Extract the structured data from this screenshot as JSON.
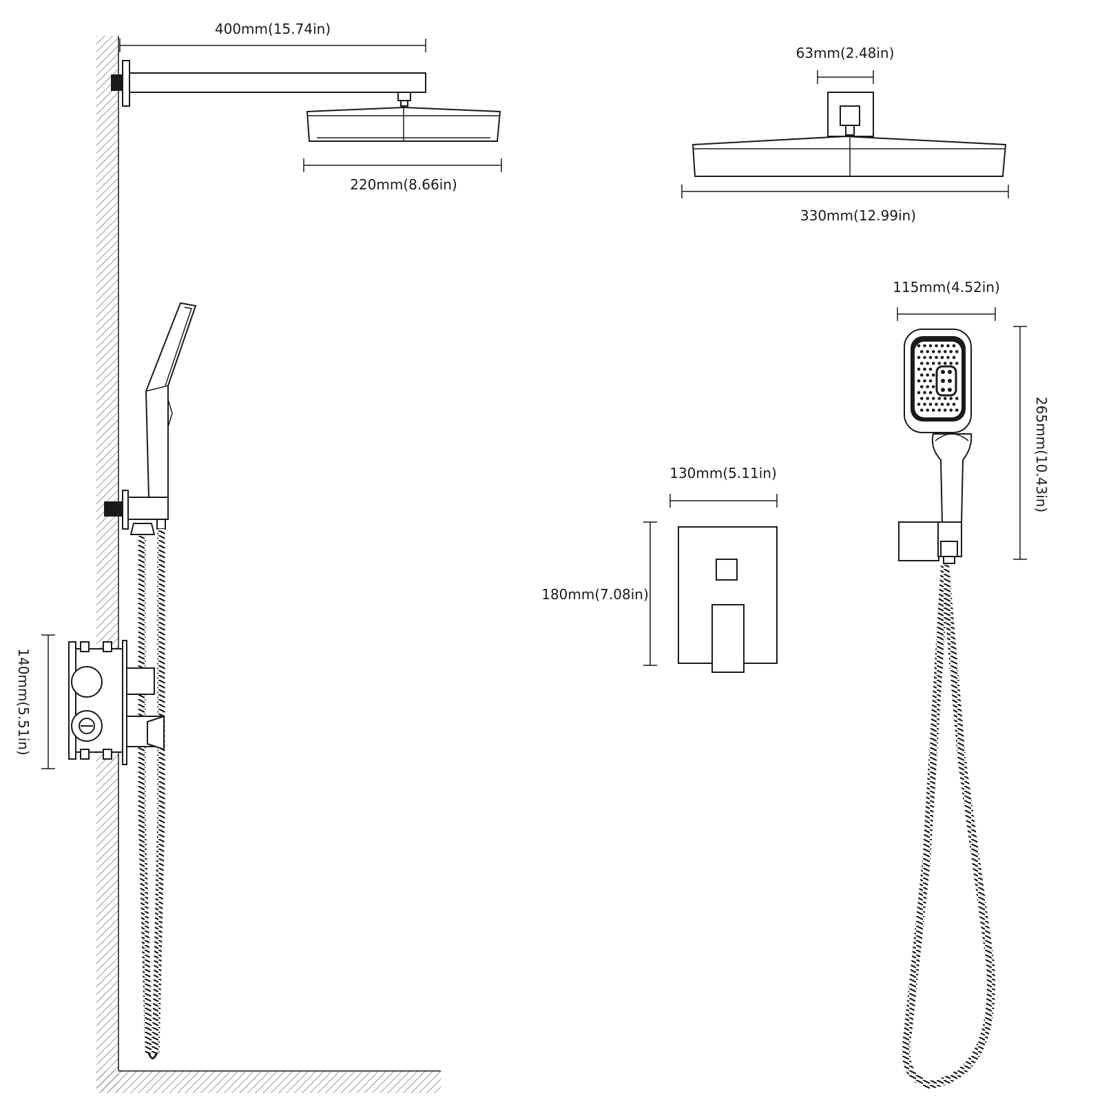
{
  "dimensions": {
    "arm_length": "400mm(15.74in)",
    "head_side_width": "220mm(8.66in)",
    "connector_width": "63mm(2.48in)",
    "head_front_width": "330mm(12.99in)",
    "handheld_width": "115mm(4.52in)",
    "handheld_height": "265mm(10.43in)",
    "trim_plate_width": "130mm(5.11in)",
    "trim_plate_height": "180mm(7.08in)",
    "valve_body_height": "140mm(5.51in)"
  }
}
